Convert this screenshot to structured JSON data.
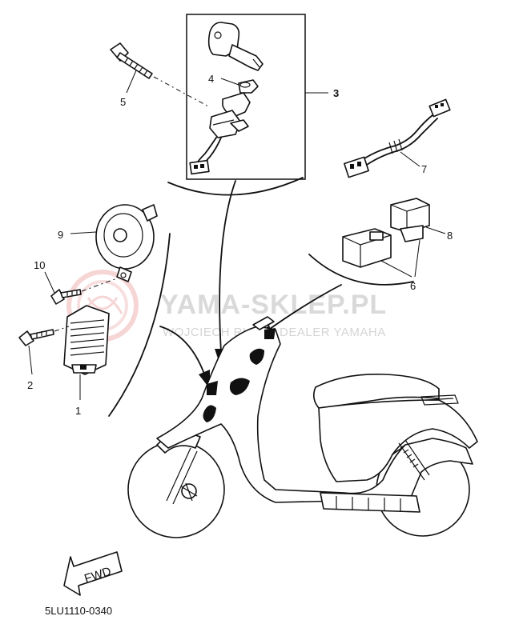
{
  "callouts": {
    "c1": "1",
    "c2": "2",
    "c3": "3",
    "c4": "4",
    "c5": "5",
    "c6": "6",
    "c7": "7",
    "c8": "8",
    "c9": "9",
    "c10": "10"
  },
  "watermark": {
    "title": "YAMA-SKLEP.PL",
    "subtitle": "WOJCIECH RUDZ | DEALER YAMAHA"
  },
  "direction_label": "FWD",
  "diagram_code": "5LU1110-0340",
  "colors": {
    "ink": "#111111",
    "watermark_text": "#d9d9d9",
    "watermark_logo": "#f4c6c6"
  }
}
